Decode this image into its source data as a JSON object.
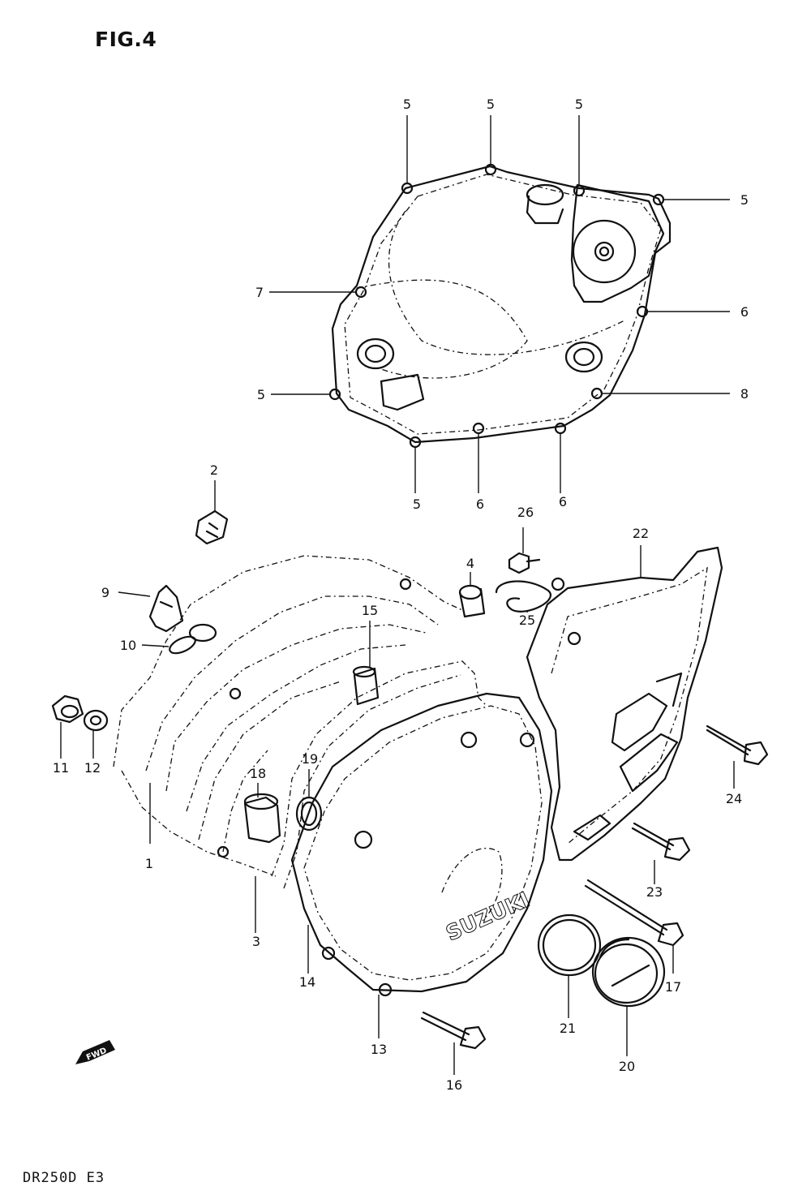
{
  "figure": {
    "title": "FIG.4",
    "footer": "DR250D E3",
    "fwd_label": "FWD",
    "logo_text": "SUZUKI"
  },
  "callouts": [
    {
      "id": "c5a",
      "label": "5"
    },
    {
      "id": "c5b",
      "label": "5"
    },
    {
      "id": "c5c",
      "label": "5"
    },
    {
      "id": "c5d",
      "label": "5"
    },
    {
      "id": "c7",
      "label": "7"
    },
    {
      "id": "c6a",
      "label": "6"
    },
    {
      "id": "c5e",
      "label": "5"
    },
    {
      "id": "c8",
      "label": "8"
    },
    {
      "id": "c5f",
      "label": "5"
    },
    {
      "id": "c6b",
      "label": "6"
    },
    {
      "id": "c6c",
      "label": "6"
    },
    {
      "id": "c2",
      "label": "2"
    },
    {
      "id": "c26",
      "label": "26"
    },
    {
      "id": "c22",
      "label": "22"
    },
    {
      "id": "c9",
      "label": "9"
    },
    {
      "id": "c10",
      "label": "10"
    },
    {
      "id": "c4",
      "label": "4"
    },
    {
      "id": "c15",
      "label": "15"
    },
    {
      "id": "c25",
      "label": "25"
    },
    {
      "id": "c11",
      "label": "11"
    },
    {
      "id": "c12",
      "label": "12"
    },
    {
      "id": "c19",
      "label": "19"
    },
    {
      "id": "c18",
      "label": "18"
    },
    {
      "id": "c24",
      "label": "24"
    },
    {
      "id": "c1",
      "label": "1"
    },
    {
      "id": "c23",
      "label": "23"
    },
    {
      "id": "c3",
      "label": "3"
    },
    {
      "id": "c17",
      "label": "17"
    },
    {
      "id": "c14",
      "label": "14"
    },
    {
      "id": "c21",
      "label": "21"
    },
    {
      "id": "c20",
      "label": "20"
    },
    {
      "id": "c13",
      "label": "13"
    },
    {
      "id": "c16",
      "label": "16"
    }
  ]
}
